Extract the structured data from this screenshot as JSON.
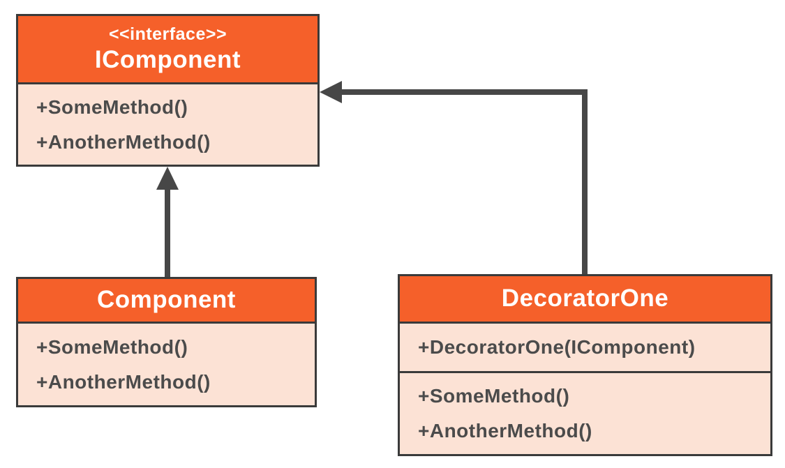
{
  "colors": {
    "header_bg": "#f5602a",
    "body_bg": "#fce2d5",
    "border": "#3a3a3a",
    "arrow": "#474747",
    "header_text": "#ffffff",
    "body_text": "#4b4b4b"
  },
  "classes": {
    "icomponent": {
      "stereotype": "<<interface>>",
      "name": "IComponent",
      "methods": [
        "+SomeMethod()",
        "+AnotherMethod()"
      ]
    },
    "component": {
      "name": "Component",
      "methods": [
        "+SomeMethod()",
        "+AnotherMethod()"
      ]
    },
    "decorator_one": {
      "name": "DecoratorOne",
      "constructor_method": "+DecoratorOne(IComponent)",
      "methods": [
        "+SomeMethod()",
        "+AnotherMethod()"
      ]
    }
  },
  "relationships": [
    {
      "from": "Component",
      "to": "IComponent",
      "style": "solid-filled-arrow"
    },
    {
      "from": "DecoratorOne",
      "to": "IComponent",
      "style": "solid-filled-arrow-elbow"
    }
  ]
}
